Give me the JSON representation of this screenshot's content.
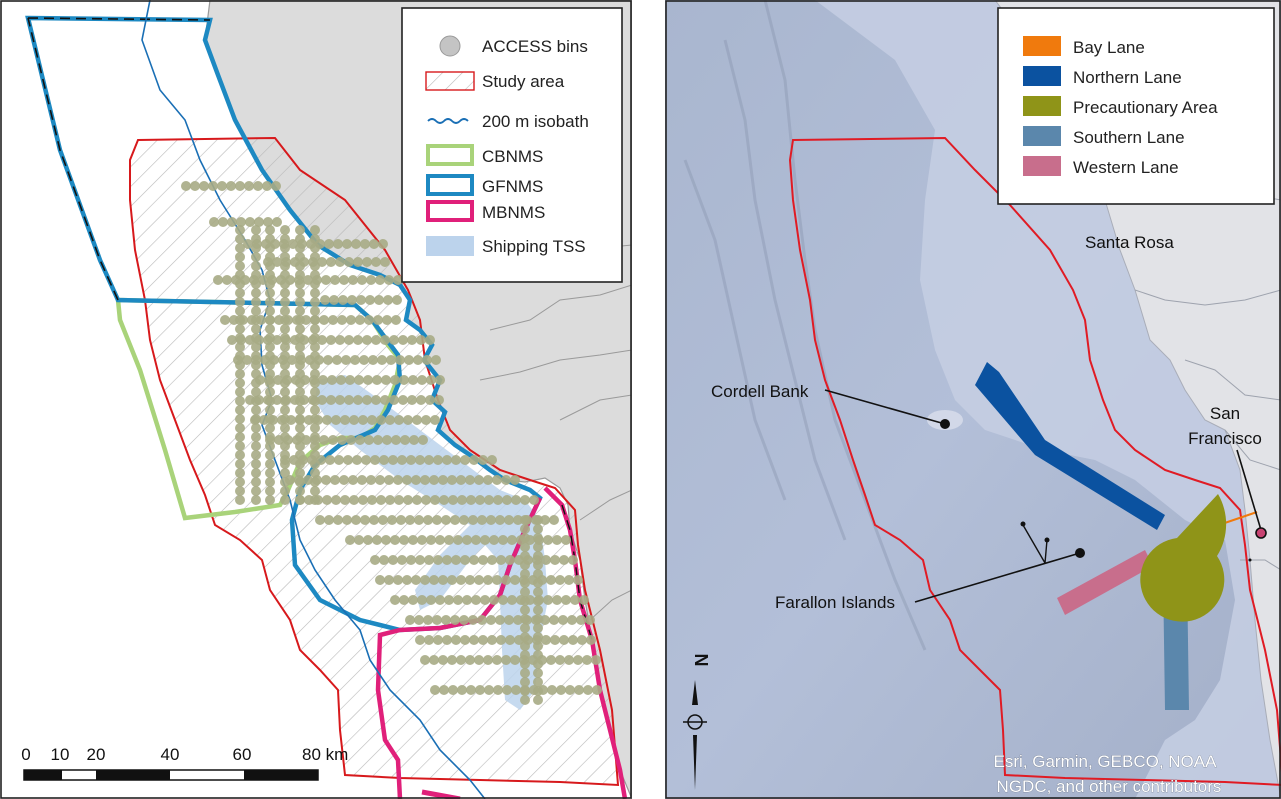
{
  "left_map": {
    "legend": {
      "items": [
        {
          "label": "ACCESS bins",
          "symbol": "circle-icon",
          "color": "#c4c4c4"
        },
        {
          "label": "Study area",
          "symbol": "hatched-polygon-icon",
          "color": "#d7191c"
        },
        {
          "label": "200 m isobath",
          "symbol": "isobath-line-icon",
          "color": "#1a6fb5"
        },
        {
          "label": "CBNMS",
          "symbol": "polygon-outline-icon",
          "color": "#a9d37a"
        },
        {
          "label": "GFNMS",
          "symbol": "polygon-outline-icon",
          "color": "#1d89c2"
        },
        {
          "label": "MBNMS",
          "symbol": "polygon-outline-icon",
          "color": "#e0207a"
        },
        {
          "label": "Shipping TSS",
          "symbol": "filled-polygon-icon",
          "color": "#bcd3ec"
        }
      ]
    },
    "scale_bar": {
      "labels": [
        "0",
        "10",
        "20",
        "40",
        "60",
        "80 km"
      ],
      "km_ticks": [
        0,
        10,
        20,
        40,
        60,
        80
      ]
    },
    "colors": {
      "bins": "#a7ab85",
      "land": "#dcdcdc",
      "water": "#ffffff"
    }
  },
  "right_map": {
    "legend": {
      "items": [
        {
          "label": "Bay Lane",
          "color": "#f07a0d"
        },
        {
          "label": "Northern Lane",
          "color": "#0b52a0"
        },
        {
          "label": "Precautionary Area",
          "color": "#8f9418"
        },
        {
          "label": "Southern Lane",
          "color": "#5b87ac"
        },
        {
          "label": "Western Lane",
          "color": "#c86e8c"
        }
      ]
    },
    "places": {
      "santa_rosa": "Santa Rosa",
      "san_francisco_line1": "San",
      "san_francisco_line2": "Francisco",
      "cordell_bank": "Cordell Bank",
      "farallon_islands": "Farallon Islands"
    },
    "attribution": {
      "line1": "Esri, Garmin, GEBCO, NOAA",
      "line2": "NGDC, and other contributors"
    },
    "north_arrow": {
      "letter": "N"
    },
    "colors": {
      "ocean": "#b3bfd8",
      "land": "#e2e3e7",
      "study_outline": "#e01b24"
    }
  }
}
